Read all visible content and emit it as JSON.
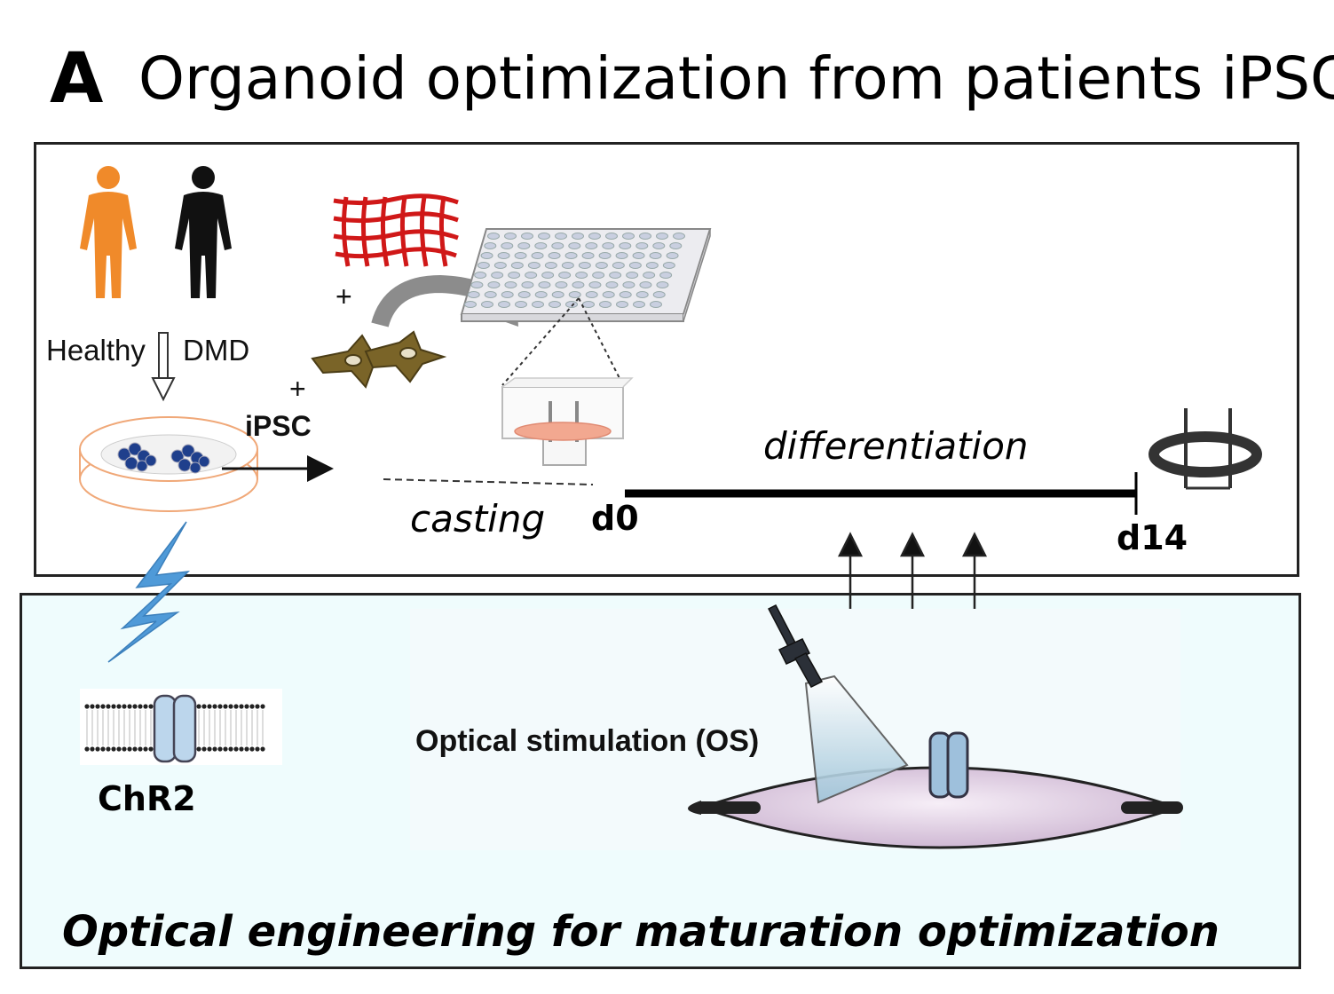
{
  "panel_letter": "A",
  "title": "Organoid optimization from patients iPSC",
  "labels": {
    "healthy": "Healthy",
    "dmd": "DMD",
    "ipsc": "iPSC",
    "plus": "+",
    "casting": "casting",
    "differentiation": "differentiation",
    "d0": "d0",
    "d14": "d14",
    "chr2": "ChR2",
    "optical_stimulation": "Optical stimulation (OS)"
  },
  "bottom_caption": "Optical engineering for maturation optimization",
  "colors": {
    "healthy_person": "#f08a2a",
    "dmd_person": "#111111",
    "matrix_grid": "#d01818",
    "fibroblast": "#7a6428",
    "lightning": "#4f9ad8",
    "bottom_panel_bg": "#effcfd",
    "organoid_fill": "#e6d6ea",
    "tissue_pink": "#f2a890"
  },
  "icons": [
    "person-icon",
    "petri-dish-icon",
    "hydrogel-grid-icon",
    "fibroblast-cells-icon",
    "well-plate-icon",
    "casting-mold-icon",
    "organoid-ring-icon",
    "lightning-icon",
    "ion-channel-icon",
    "optical-fiber-icon",
    "muscle-organoid-icon"
  ]
}
